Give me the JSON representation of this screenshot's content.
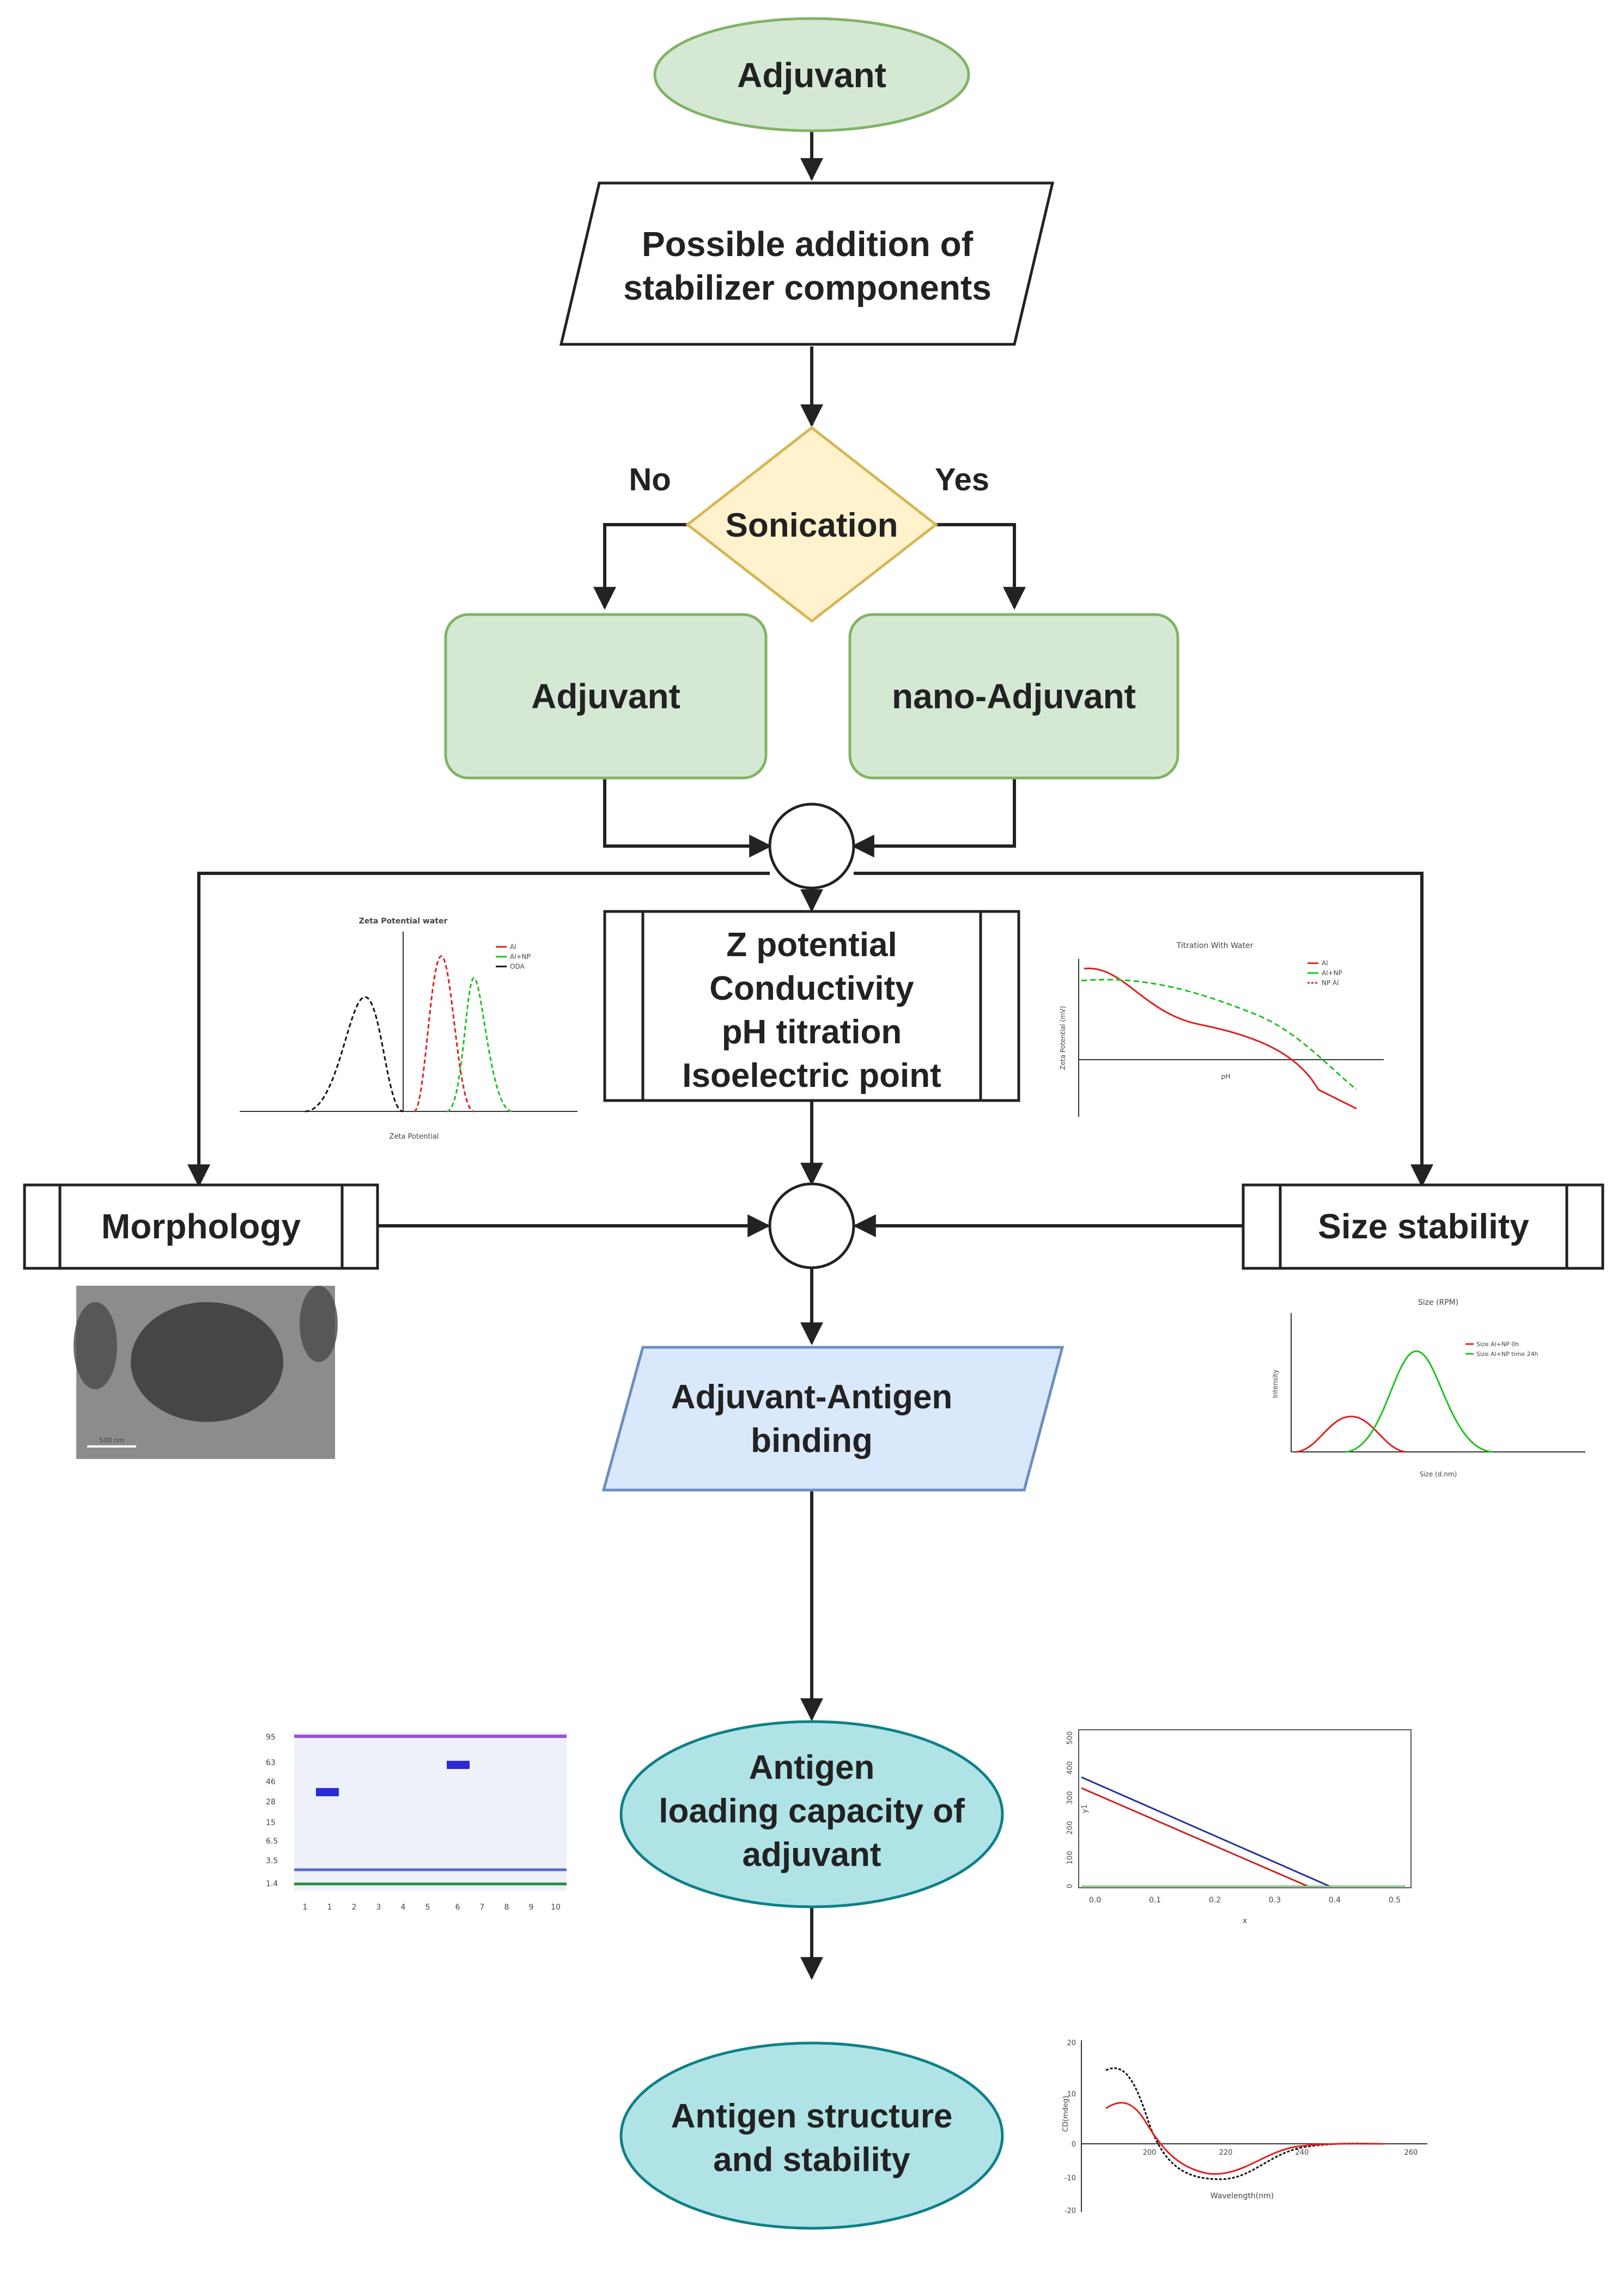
{
  "nodes": {
    "start": "Adjuvant",
    "stabilizer": [
      "Possible addition of",
      "stabilizer components"
    ],
    "decision": "Sonication",
    "branch_no": "No",
    "branch_yes": "Yes",
    "adjuvant": "Adjuvant",
    "nano_adjuvant": "nano-Adjuvant",
    "characterization": [
      "Z potential",
      "Conductivity",
      "pH titration",
      "Isoelectric point"
    ],
    "morphology": "Morphology",
    "size_stability": "Size stability",
    "binding": [
      "Adjuvant-Antigen",
      "binding"
    ],
    "loading": [
      "Antigen",
      "loading capacity of",
      "adjuvant"
    ],
    "structure": [
      "Antigen structure",
      "and stability"
    ]
  },
  "colors": {
    "green_fill": "#d5e8d4",
    "green_stroke": "#82b366",
    "decision_fill": "#fff2cc",
    "decision_stroke": "#d6b656",
    "blue_fill": "#dae8fc",
    "blue_stroke": "#6c8ebf",
    "teal_fill": "#b0e3e6",
    "teal_stroke": "#0e8088",
    "line": "#222222"
  },
  "thumbnails": {
    "zeta": {
      "title": "Zeta Potential water",
      "legend": [
        "Al",
        "Al+NP",
        "ODA"
      ],
      "xlabel": "Zeta Potential"
    },
    "titration": {
      "title": "Titration With Water",
      "legend": [
        "Al",
        "Al+NP",
        "NP Al"
      ],
      "xlabel": "pH",
      "ylabel": "Zeta Potential (mV)"
    },
    "size": {
      "title": "Size (RPM)",
      "legend": [
        "Size Al+NP 0h",
        "Size Al+NP time 24h"
      ],
      "xlabel": "Size (d.nm)",
      "ylabel": "Intensity"
    },
    "micrograph": {
      "scale": "500 nm"
    },
    "gel": {
      "ladder": [
        "95",
        "63",
        "46",
        "28",
        "15",
        "6.5",
        "3.5",
        "1.4"
      ],
      "lanes": [
        "1",
        "1",
        "2",
        "3",
        "4",
        "5",
        "6",
        "7",
        "8",
        "9",
        "10"
      ]
    },
    "loading_plot": {
      "xlabel": "x",
      "ylabel": "y1",
      "xticks": [
        "0.0",
        "0.1",
        "0.2",
        "0.3",
        "0.4",
        "0.5"
      ],
      "yticks": [
        "0",
        "100",
        "200",
        "300",
        "400",
        "500"
      ]
    },
    "cd": {
      "xlabel": "Wavelength(nm)",
      "ylabel": "CD(mdeg)",
      "xticks": [
        "200",
        "220",
        "240",
        "260"
      ],
      "yticks": [
        "20",
        "10",
        "0",
        "-10",
        "-20"
      ]
    }
  }
}
